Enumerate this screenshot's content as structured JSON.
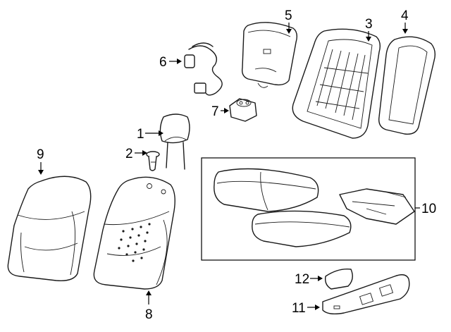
{
  "callouts": [
    {
      "id": "c1",
      "label": "1"
    },
    {
      "id": "c2",
      "label": "2"
    },
    {
      "id": "c3",
      "label": "3"
    },
    {
      "id": "c4",
      "label": "4"
    },
    {
      "id": "c5",
      "label": "5"
    },
    {
      "id": "c6",
      "label": "6"
    },
    {
      "id": "c7",
      "label": "7"
    },
    {
      "id": "c8",
      "label": "8"
    },
    {
      "id": "c9",
      "label": "9"
    },
    {
      "id": "c10",
      "label": "10"
    },
    {
      "id": "c11",
      "label": "11"
    },
    {
      "id": "c12",
      "label": "12"
    }
  ],
  "parts": [
    "headrest",
    "headrest-guide",
    "seatback-frame",
    "seatback-panel",
    "occupant-sensor-module",
    "wiring-harness",
    "lumbar-motor",
    "seatback-cover",
    "seatback-cushion",
    "seat-cushion-assembly",
    "side-trim-panel",
    "switch-bezel"
  ]
}
